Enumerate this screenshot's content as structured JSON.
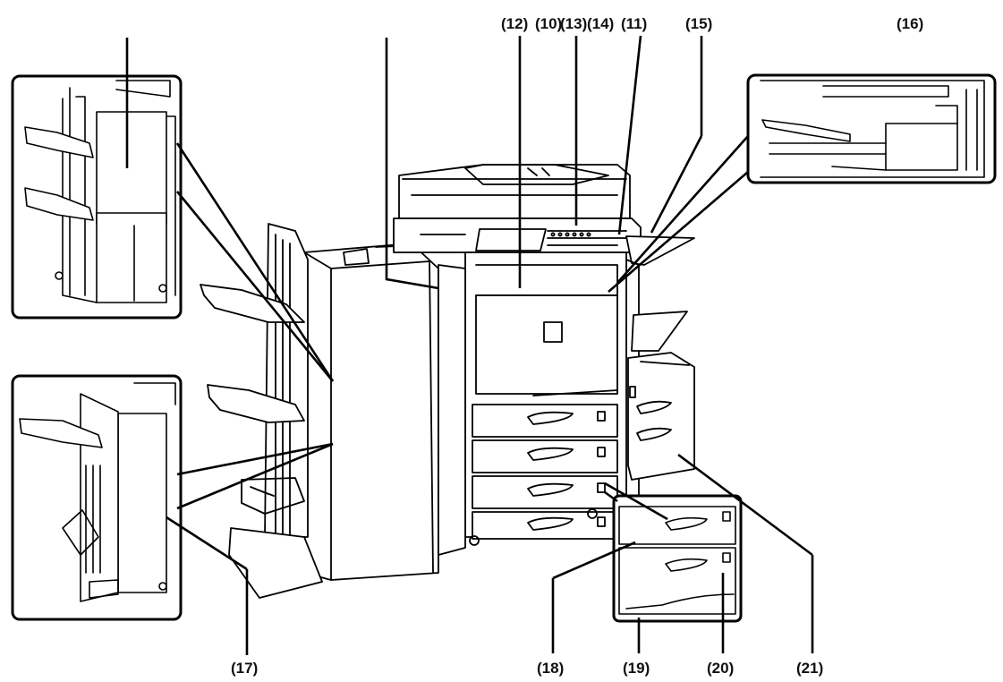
{
  "callouts": {
    "c12": "(12)",
    "c10": "(10)",
    "c13": "(13)",
    "c14": "(14)",
    "c11": "(11)",
    "c15": "(15)",
    "c16": "(16)",
    "c17": "(17)",
    "c18": "(18)",
    "c19": "(19)",
    "c20": "(20)",
    "c21": "(21)"
  }
}
